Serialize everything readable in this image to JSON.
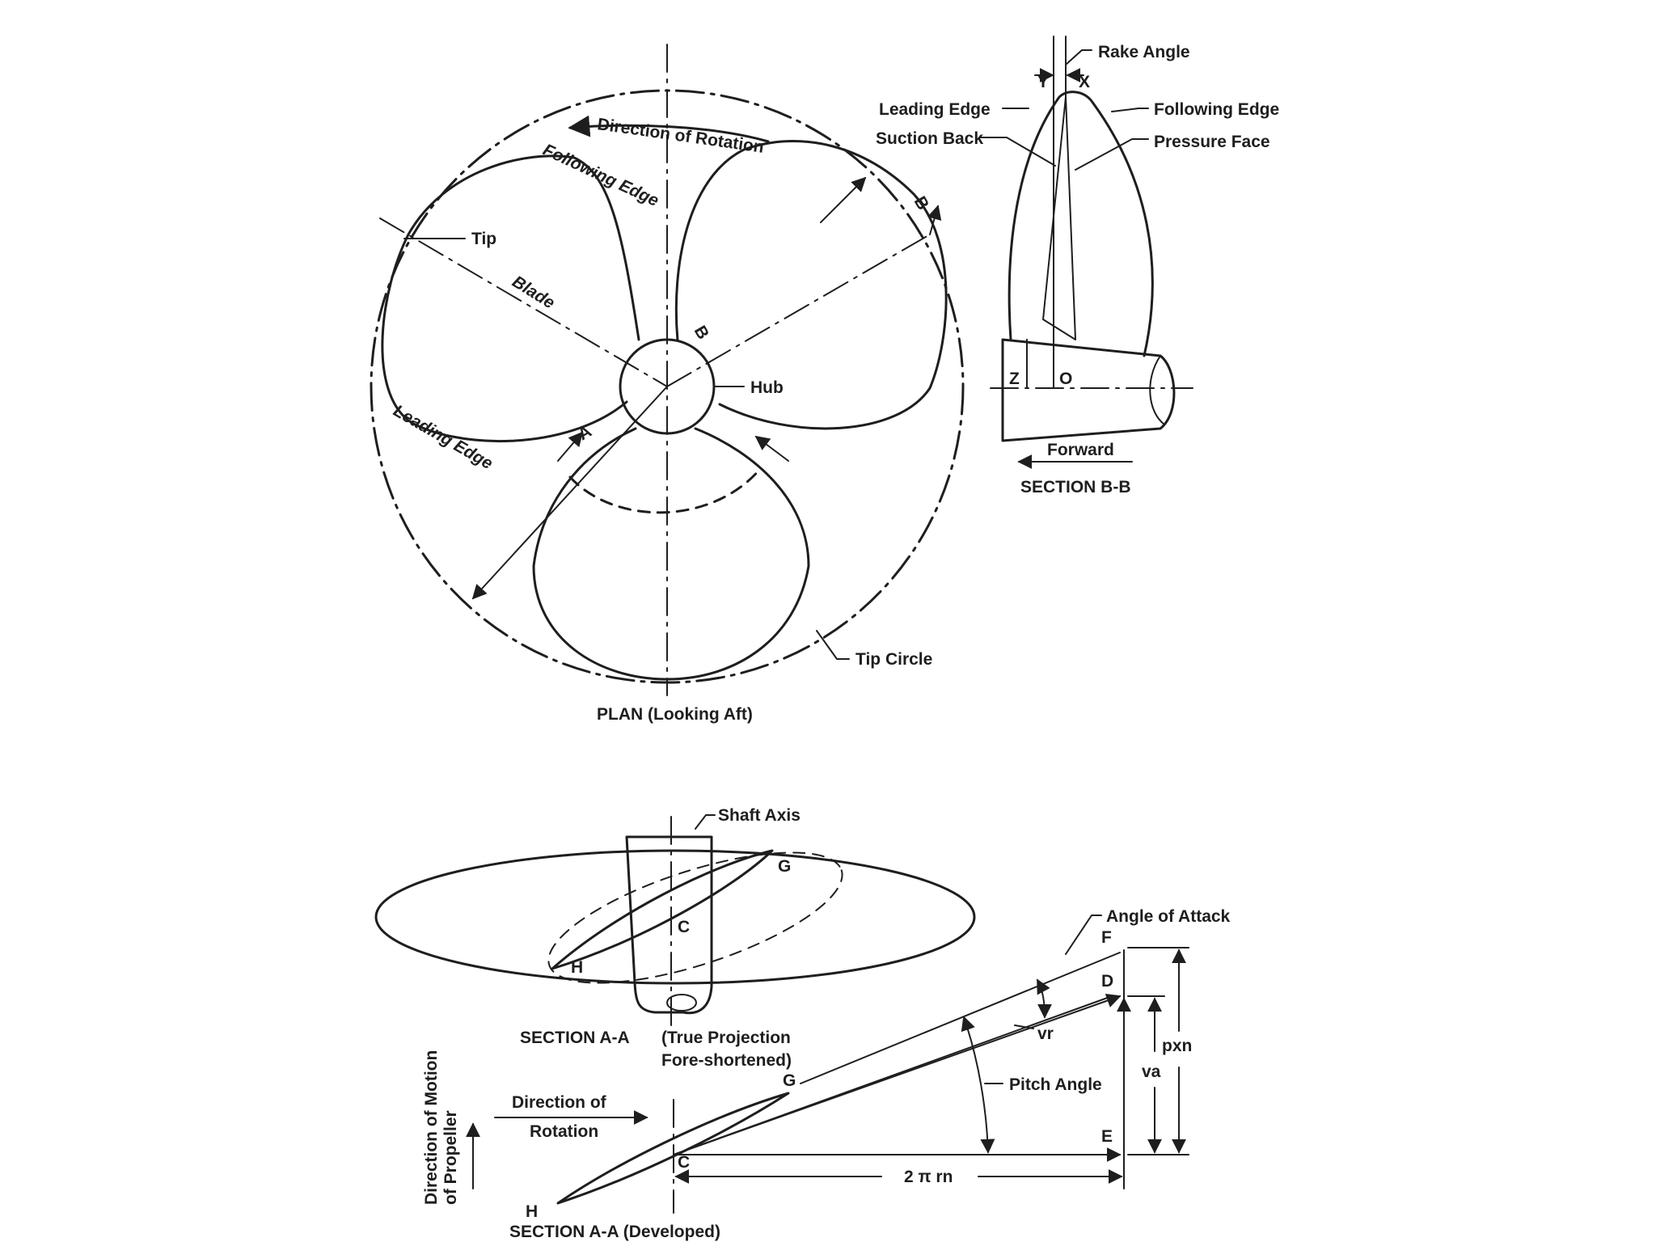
{
  "plan": {
    "direction_of_rotation": "Direction of Rotation",
    "following_edge": "Following Edge",
    "tip": "Tip",
    "blade": "Blade",
    "leading_edge": "Leading Edge",
    "hub": "Hub",
    "tip_circle": "Tip Circle",
    "caption": "PLAN (Looking Aft)",
    "section_mark_b": "B",
    "section_mark_a": "A"
  },
  "section_bb": {
    "rake_angle": "Rake Angle",
    "y": "Y",
    "x": "X",
    "leading_edge": "Leading Edge",
    "following_edge": "Following Edge",
    "suction_back": "Suction Back",
    "pressure_face": "Pressure Face",
    "z": "Z",
    "o": "O",
    "forward": "Forward",
    "caption": "SECTION B-B"
  },
  "section_aa_projection": {
    "shaft_axis": "Shaft Axis",
    "g": "G",
    "c": "C",
    "h": "H",
    "caption": "SECTION A-A",
    "note_line1": "(True Projection",
    "note_line2": "Fore-shortened)"
  },
  "section_aa_developed": {
    "angle_of_attack": "Angle of Attack",
    "f": "F",
    "d": "D",
    "e": "E",
    "g": "G",
    "c": "C",
    "h": "H",
    "vr": "vr",
    "va": "va",
    "pxn": "pxn",
    "pitch_angle": "Pitch Angle",
    "two_pi_rn": "2 π rn",
    "direction_of_rotation_line1": "Direction of",
    "direction_of_rotation_line2": "Rotation",
    "direction_of_motion_line1": "Direction of Motion",
    "direction_of_motion_line2": "of Propeller",
    "caption": "SECTION A-A (Developed)"
  }
}
